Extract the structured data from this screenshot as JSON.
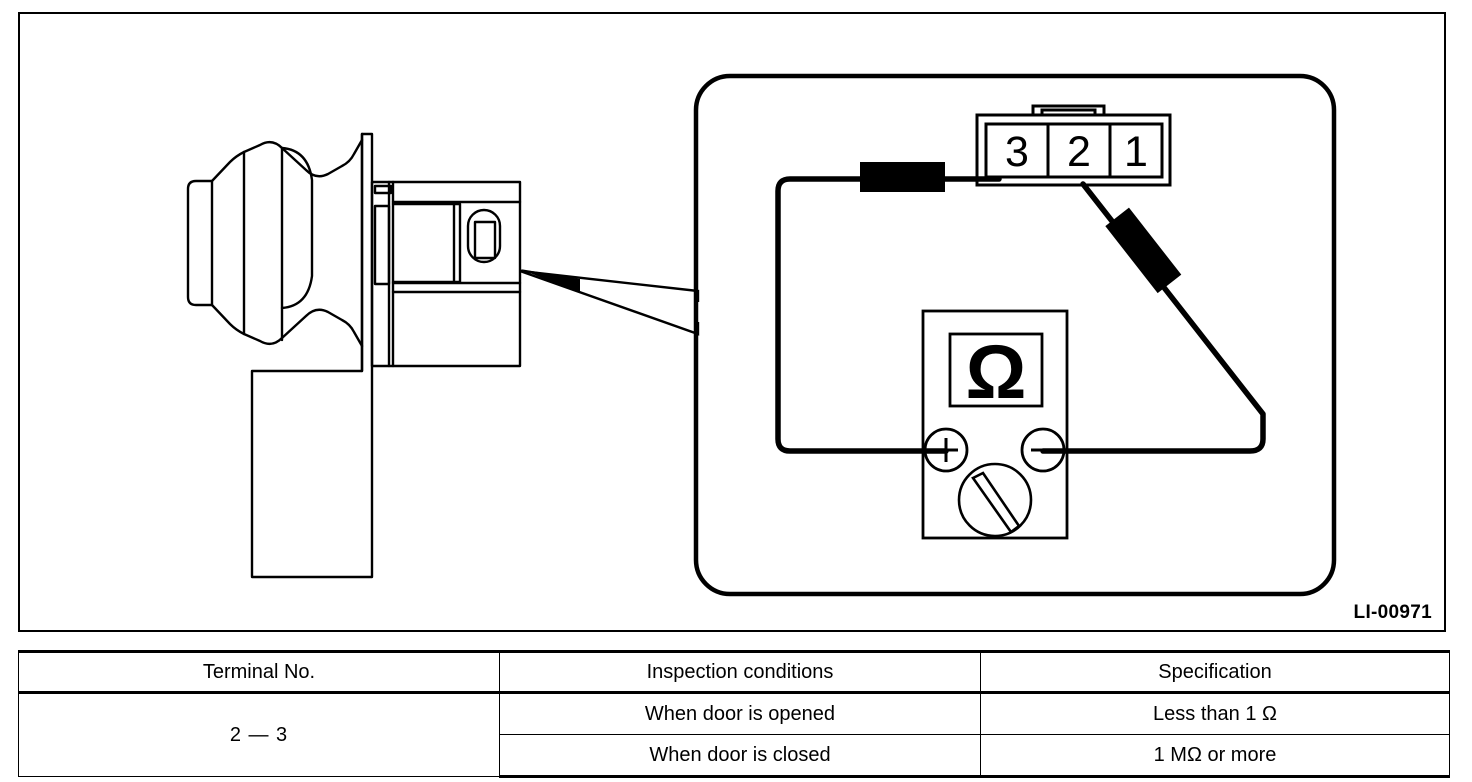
{
  "figure": {
    "id_label": "LI-00971",
    "callout_note": "door switch connector detail",
    "connector": {
      "terminals": [
        "3",
        "2",
        "1"
      ]
    },
    "multimeter": {
      "display_symbol": "Ω",
      "positive_terminal": "+",
      "negative_terminal": "−",
      "knob": "rotary-dial"
    },
    "probes": {
      "positive_probe_target": "3",
      "negative_probe_target": "2"
    }
  },
  "table": {
    "headers": {
      "terminal": "Terminal No.",
      "conditions": "Inspection conditions",
      "specification": "Specification"
    },
    "terminal_pair": "2 — 3",
    "rows": [
      {
        "condition": "When door is opened",
        "specification": "Less than 1 Ω"
      },
      {
        "condition": "When door is closed",
        "specification": "1 MΩ or more"
      }
    ]
  },
  "colors": {
    "ink": "#000000",
    "background": "#ffffff"
  }
}
